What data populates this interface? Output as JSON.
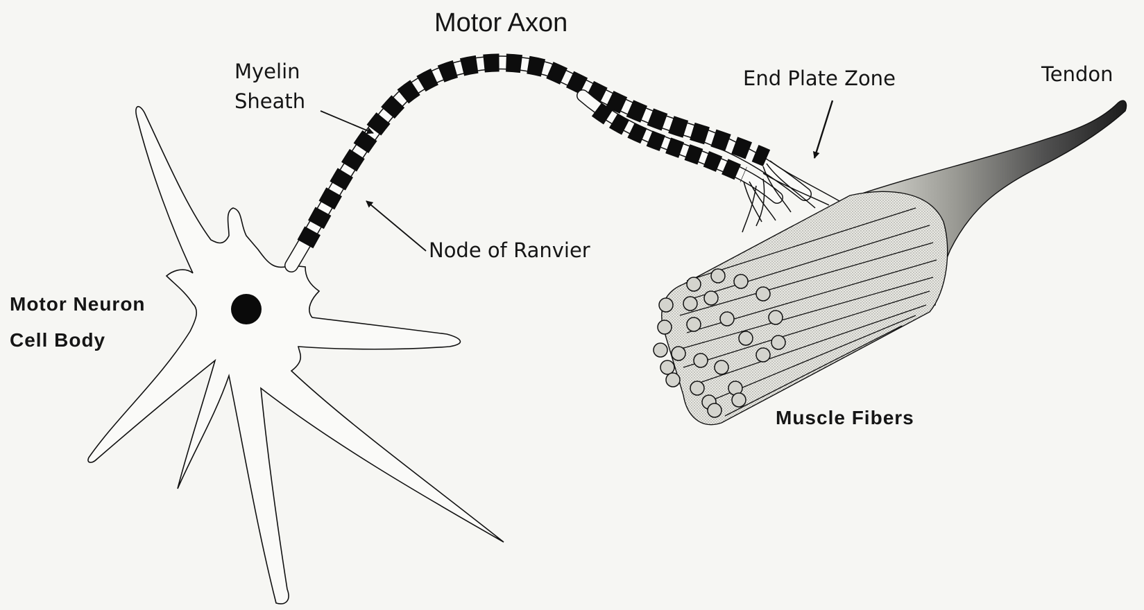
{
  "labels": {
    "motor_axon": "Motor Axon",
    "myelin_sheath_line1": "Myelin",
    "myelin_sheath_line2": "Sheath",
    "end_plate_zone": "End Plate Zone",
    "tendon": "Tendon",
    "node_of_ranvier": "Node of Ranvier",
    "motor_neuron_line1": "Motor Neuron",
    "cell_body_line2": "Cell Body",
    "muscle_fibers": "Muscle Fibers"
  },
  "colors": {
    "background": "#f6f6f3",
    "ink": "#111111",
    "myelin": "#0d0d0d",
    "muscle_fiber_fill": "#dcdcd6",
    "tendon_dark": "#2e2e2e"
  }
}
